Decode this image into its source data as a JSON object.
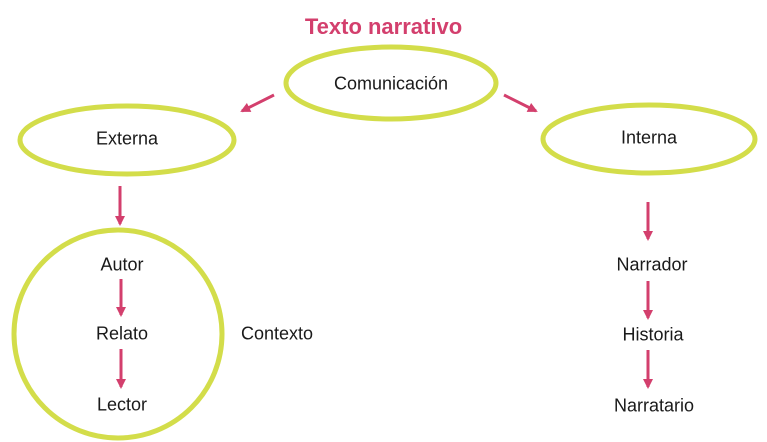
{
  "title": "Texto narrativo",
  "colors": {
    "title": "#d33f6d",
    "node_outline": "#d3dd4a",
    "arrow": "#d33f6d",
    "text": "#1a1a1a"
  },
  "nodes": {
    "root": "Comunicación",
    "external": "Externa",
    "internal": "Interna",
    "author": "Autor",
    "story_ext": "Relato",
    "reader": "Lector",
    "context": "Contexto",
    "narrator": "Narrador",
    "story_int": "Historia",
    "narratee": "Narratario"
  },
  "edges": [
    [
      "root",
      "external"
    ],
    [
      "root",
      "internal"
    ],
    [
      "external",
      "external-circle"
    ],
    [
      "author",
      "story_ext"
    ],
    [
      "story_ext",
      "reader"
    ],
    [
      "internal",
      "narrator"
    ],
    [
      "narrator",
      "story_int"
    ],
    [
      "story_int",
      "narratee"
    ]
  ]
}
